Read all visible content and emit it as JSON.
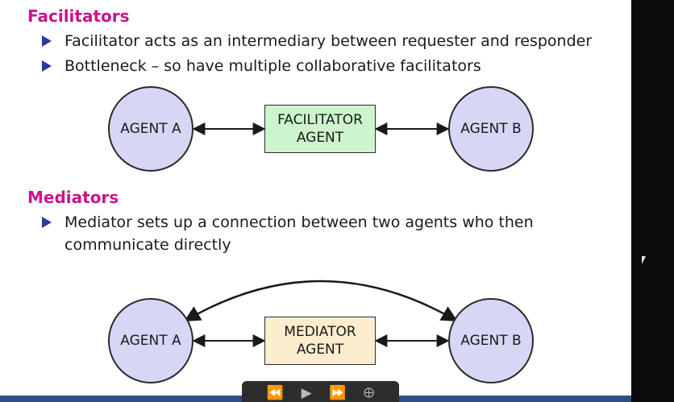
{
  "facilitators": {
    "title": "Facilitators",
    "bullets": [
      "Facilitator acts as an intermediary between requester and responder",
      "Bottleneck – so have multiple collaborative facilitators"
    ],
    "diagram": {
      "agent_a": "AGENT A",
      "facilitator": "FACILITATOR\nAGENT",
      "agent_b": "AGENT B"
    }
  },
  "mediators": {
    "title": "Mediators",
    "bullets": [
      "Mediator sets up a connection between two agents who then\ncommunicate directly"
    ],
    "diagram": {
      "agent_a": "AGENT A",
      "mediator": "MEDIATOR\nAGENT",
      "agent_b": "AGENT B"
    }
  },
  "player": {
    "icons": [
      "rewind-icon",
      "play-icon",
      "fast-forward-icon",
      "settings-icon"
    ]
  },
  "colors": {
    "heading": "#c8148c",
    "bullet": "#2a3aa0",
    "agent_fill": "#d7d7f5",
    "facilitator_fill": "#ccf5cc",
    "mediator_fill": "#fbedcd"
  }
}
